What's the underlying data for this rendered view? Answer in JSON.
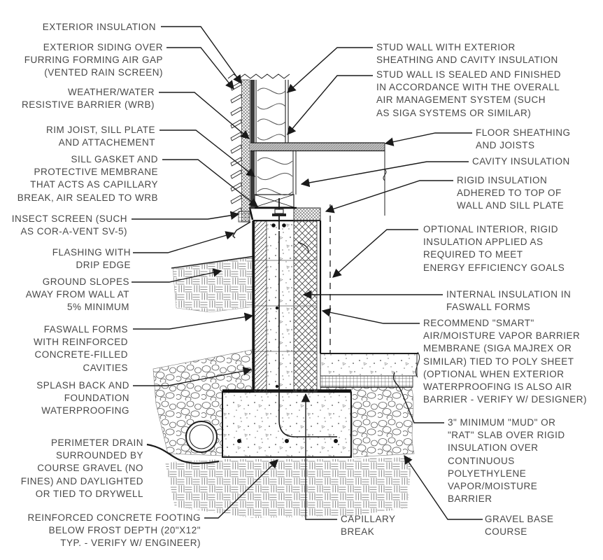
{
  "diagram": {
    "type": "construction-detail-section",
    "subject": "FasWall foundation wall, footing and floor framing detail",
    "colors": {
      "background": "#ffffff",
      "line": "#1f1f1f",
      "text": "#484848",
      "sheathing_fill": "#c4c4c4",
      "wrb_band": "#3c3c3c"
    },
    "callouts": {
      "left": [
        {
          "id": "exterior-insulation",
          "text": "EXTERIOR INSULATION"
        },
        {
          "id": "exterior-siding",
          "text": "EXTERIOR SIDING OVER\nFURRING FORMING AIR GAP\n(VENTED RAIN SCREEN)"
        },
        {
          "id": "wrb",
          "text": "WEATHER/WATER\nRESISTIVE BARRIER (WRB)"
        },
        {
          "id": "rim-joist",
          "text": "RIM JOIST, SILL PLATE\nAND ATTACHEMENT"
        },
        {
          "id": "sill-gasket",
          "text": "SILL GASKET AND\nPROTECTIVE MEMBRANE\nTHAT ACTS AS CAPILLARY\nBREAK, AIR SEALED TO WRB"
        },
        {
          "id": "insect-screen",
          "text": "INSECT SCREEN (SUCH\nAS COR-A-VENT SV-5)"
        },
        {
          "id": "flashing",
          "text": "FLASHING WITH\nDRIP EDGE"
        },
        {
          "id": "ground-slope",
          "text": "GROUND SLOPES\nAWAY FROM WALL AT\n5% MINIMUM"
        },
        {
          "id": "faswall-forms",
          "text": "FASWALL FORMS\nWITH REINFORCED\nCONCRETE-FILLED\nCAVITIES"
        },
        {
          "id": "splash-back",
          "text": "SPLASH BACK AND\nFOUNDATION\nWATERPROOFING"
        },
        {
          "id": "perimeter-drain",
          "text": "PERIMETER DRAIN\nSURROUNDED BY\nCOURSE GRAVEL (NO\nFINES) AND DAYLIGHTED\nOR TIED TO DRYWELL"
        },
        {
          "id": "footing",
          "text": "REINFORCED CONCRETE FOOTING\nBELOW FROST DEPTH (20\"X12\"\nTYP. - VERIFY W/ ENGINEER)"
        }
      ],
      "bottom": [
        {
          "id": "capillary-break",
          "text": "CAPILLARY\nBREAK"
        }
      ],
      "right": [
        {
          "id": "stud-wall-exterior",
          "text": "STUD WALL WITH EXTERIOR\nSHEATHING AND CAVITY INSULATION"
        },
        {
          "id": "stud-wall-sealed",
          "text": "STUD WALL IS SEALED AND FINISHED\nIN ACCORDANCE WITH THE OVERALL\nAIR MANAGEMENT SYSTEM (SUCH\nAS SIGA SYSTEMS OR SIMILAR)"
        },
        {
          "id": "floor-sheathing",
          "text": "FLOOR SHEATHING\nAND JOISTS"
        },
        {
          "id": "cavity-insulation",
          "text": "CAVITY INSULATION"
        },
        {
          "id": "rigid-insulation-top",
          "text": "RIGID INSULATION\nADHERED TO TOP OF\nWALL AND SILL PLATE"
        },
        {
          "id": "optional-interior-insulation",
          "text": "OPTIONAL INTERIOR, RIGID\nINSULATION APPLIED AS\nREQUIRED TO MEET\nENERGY EFFICIENCY GOALS"
        },
        {
          "id": "internal-insulation",
          "text": "INTERNAL INSULATION IN\nFASWALL FORMS"
        },
        {
          "id": "smart-membrane",
          "text": "RECOMMEND \"SMART\"\nAIR/MOISTURE VAPOR BARRIER\nMEMBRANE (SIGA MAJREX OR\nSIMILAR) TIED TO POLY SHEET\n(OPTIONAL WHEN EXTERIOR\nWATERPROOFING IS ALSO AIR\nBARRIER - VERIFY W/ DESIGNER)"
        },
        {
          "id": "mud-slab",
          "text": "3\" MINIMUM \"MUD\" OR\n\"RAT\" SLAB OVER RIGID\nINSULATION OVER\nCONTINUOUS\nPOLYETHYLENE\nVAPOR/MOISTURE\nBARRIER"
        },
        {
          "id": "gravel-base",
          "text": "GRAVEL BASE\nCOURSE"
        }
      ]
    }
  }
}
